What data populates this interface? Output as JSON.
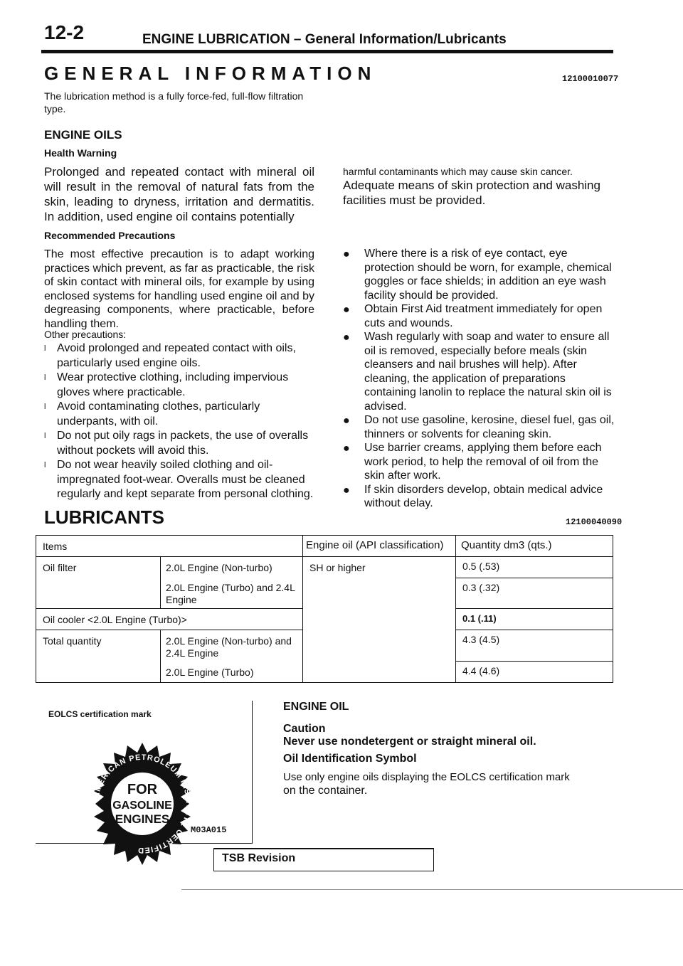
{
  "header": {
    "code": "12-2",
    "title": "ENGINE LUBRICATION – General Information/Lubricants"
  },
  "general": {
    "title": "GENERAL INFORMATION",
    "code": "12100010077",
    "intro": "The lubrication method is a fully force-fed, full-flow filtration type."
  },
  "oils": {
    "title": "ENGINE OILS",
    "health_title": "Health Warning",
    "health_text": "Prolonged and repeated contact with mineral oil will result in the removal of natural fats from the skin, leading to dryness, irritation and dermatitis. In addition, used engine oil contains potentially",
    "health_cont": "harmful contaminants which may cause skin cancer.",
    "health_cont2": "Adequate means of skin protection and washing facilities must be provided.",
    "rec_title": "Recommended Precautions",
    "rec_text": "The most effective precaution is to adapt working practices which prevent, as far as practicable, the risk of skin contact with mineral oils, for example by using enclosed systems for handling used engine oil and by degreasing components, where practicable, before handling them.",
    "other": "Other precautions:",
    "left_bullets": [
      "Avoid prolonged and repeated contact with oils, particularly used engine oils.",
      "Wear protective clothing, including impervious gloves where practicable.",
      "Avoid contaminating clothes, particularly underpants, with oil.",
      "Do not put oily rags in packets, the use of overalls without pockets will avoid this.",
      "Do not wear heavily soiled clothing and oil-impregnated foot-wear. Overalls must be cleaned regularly and kept separate from personal clothing."
    ],
    "right_bullets": [
      "Where there is a risk of eye contact, eye protection should be worn, for example, chemical goggles or face shields; in addition an eye wash facility should be provided.",
      "Obtain First Aid treatment immediately for open cuts and wounds.",
      "Wash regularly with soap and water to ensure all oil is removed, especially before meals (skin cleansers and nail brushes will help). After cleaning, the application of preparations containing lanolin to replace the natural skin oil is advised.",
      "Do not use gasoline, kerosine, diesel fuel, gas oil, thinners or solvents for cleaning skin.",
      "Use barrier creams, applying them before each work period, to help the removal of oil from the skin after work.",
      "If skin disorders develop, obtain medical advice without delay."
    ],
    "bullet_glyph": "l",
    "rbullet_glyph": "●"
  },
  "lubricants": {
    "title": "LUBRICANTS",
    "code": "12100040090",
    "head_items": "Items",
    "head_oil": "Engine oil (API classification)",
    "head_qty": "Quantity dm3 (qts.)",
    "rows": [
      {
        "item": "Oil filter",
        "engine": "2.0L Engine (Non-turbo)",
        "oil": "SH or higher",
        "qty": "0.5 (.53)"
      },
      {
        "item": "",
        "engine": "2.0L Engine (Turbo) and 2.4L Engine",
        "oil": "",
        "qty": "0.3 (.32)"
      },
      {
        "item": "Oil cooler <2.0L Engine (Turbo)>",
        "engine": "",
        "oil": "",
        "qty": "0.1 (.11)"
      },
      {
        "item": "Total quantity",
        "engine": "2.0L Engine (Non-turbo) and 2.4L Engine",
        "oil": "",
        "qty": "4.3 (4.5)"
      },
      {
        "item": "",
        "engine": "2.0L Engine (Turbo)",
        "oil": "",
        "qty": "4.4 (4.6)"
      }
    ]
  },
  "eolcs": {
    "label": "EOLCS certification mark",
    "seal_ring": "AMERICAN PETROLEUM INSTITUTE CERTIFIED",
    "seal_lines": [
      "FOR",
      "GASOLINE",
      "ENGINES"
    ],
    "fig_code": "M03A015"
  },
  "engine_oil": {
    "title": "ENGINE OIL",
    "caution": "Caution",
    "caution_text": "Never use nondetergent or straight mineral oil.",
    "symbol_title": "Oil Identification Symbol",
    "symbol_text": "Use only engine oils displaying the EOLCS certification mark",
    "symbol_text2": "on the container."
  },
  "footer": {
    "tsb": "TSB Revision"
  }
}
